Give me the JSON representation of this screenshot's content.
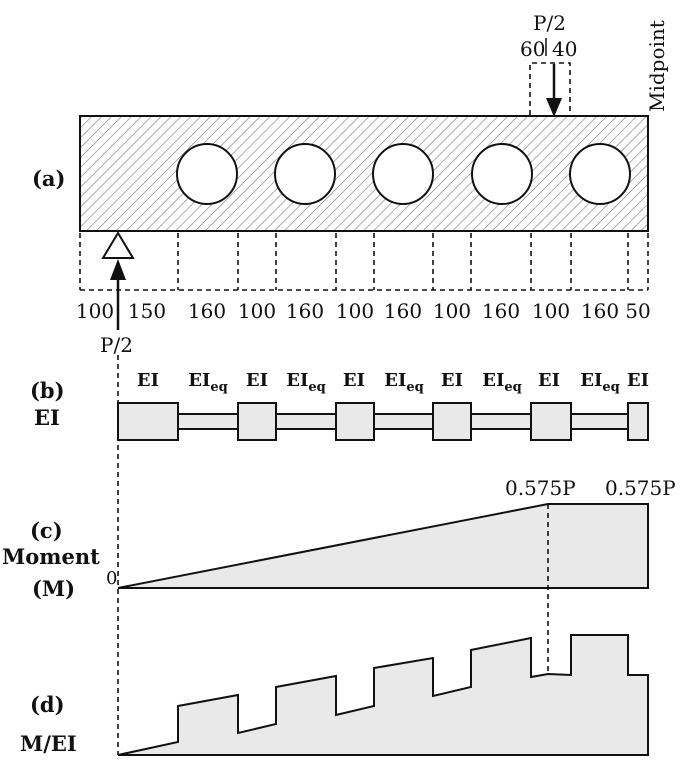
{
  "panel_labels": {
    "a": "(a)",
    "b": "(b)",
    "c": "(c)",
    "d": "(d)"
  },
  "panel_b_axis": "EI",
  "panel_c_axis": [
    "Moment",
    "(M)"
  ],
  "panel_d_axis": "M/EI",
  "load_top": "P/2",
  "load_left": "P/2",
  "top_dims": [
    "60",
    "40"
  ],
  "midpoint": "Midpoint",
  "dims": [
    "100",
    "150",
    "160",
    "100",
    "160",
    "100",
    "160",
    "100",
    "160",
    "100",
    "160",
    "50"
  ],
  "ei_labels": [
    {
      "base": "EI",
      "sub": ""
    },
    {
      "base": "EI",
      "sub": "eq"
    },
    {
      "base": "EI",
      "sub": ""
    },
    {
      "base": "EI",
      "sub": "eq"
    },
    {
      "base": "EI",
      "sub": ""
    },
    {
      "base": "EI",
      "sub": "eq"
    },
    {
      "base": "EI",
      "sub": ""
    },
    {
      "base": "EI",
      "sub": "eq"
    },
    {
      "base": "EI",
      "sub": ""
    },
    {
      "base": "EI",
      "sub": "eq"
    },
    {
      "base": "EI",
      "sub": ""
    }
  ],
  "moment_zero": "0",
  "moment_values": [
    "0.575P",
    "0.575P"
  ],
  "opening_count": 5
}
